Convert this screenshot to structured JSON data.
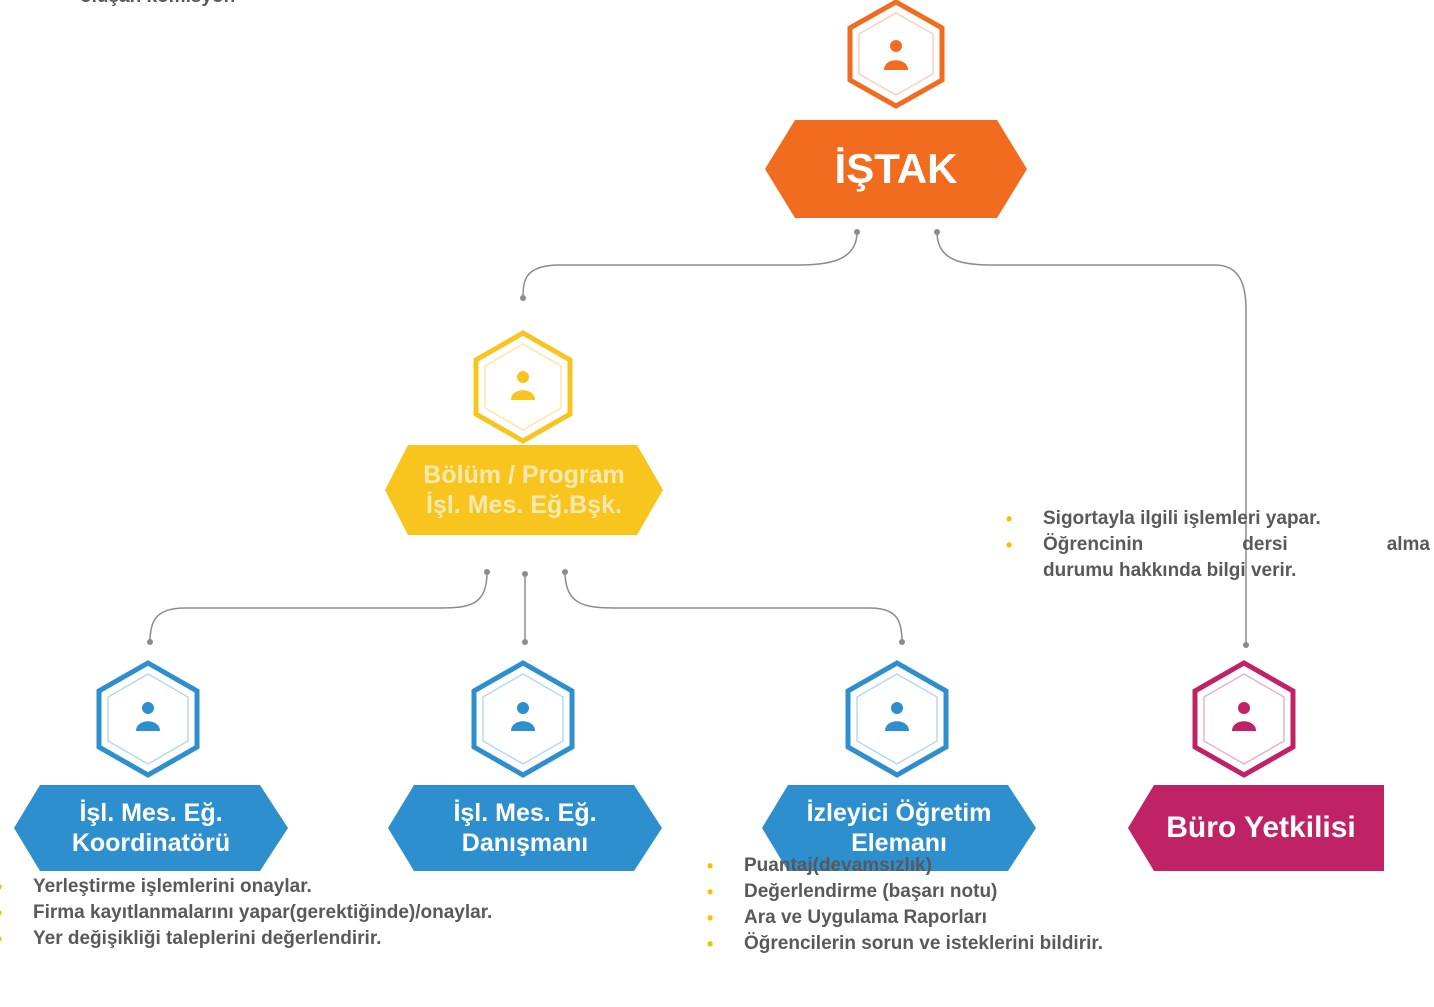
{
  "colors": {
    "orange": "#f26c1f",
    "yellow": "#f7c51e",
    "blue": "#2e8fce",
    "magenta": "#c02266",
    "text": "#595959",
    "bullet": "#f2c200",
    "connector": "#8c8c8c"
  },
  "header_fragment": "oluşan komisyon",
  "nodes": {
    "istak": {
      "line1": "İŞTAK",
      "icon": "person-icon"
    },
    "bolum": {
      "line1": "Bölüm / Program",
      "line2": "İşl. Mes. Eğ.Bşk.",
      "icon": "person-icon"
    },
    "koordinator": {
      "line1": "İşl. Mes. Eğ.",
      "line2": "Koordinatörü",
      "icon": "person-icon"
    },
    "danisman": {
      "line1": "İşl. Mes. Eğ.",
      "line2": "Danışmanı",
      "icon": "person-icon"
    },
    "izleyici": {
      "line1": "İzleyici Öğretim",
      "line2": "Elemanı",
      "icon": "person-icon"
    },
    "buro": {
      "line1": "Büro Yetkilisi",
      "icon": "person-icon"
    }
  },
  "buro_duties": {
    "item1": "Sigortayla ilgili işlemleri yapar.",
    "item2_words": [
      "Öğrencinin",
      "dersi",
      "alma"
    ],
    "item2_cont": "durumu hakkında bilgi verir."
  },
  "koordinator_duties": [
    "Yerleştirme işlemlerini onaylar.",
    "Firma kayıtlanmalarını yapar(gerektiğinde)/onaylar.",
    "Yer değişikliği taleplerini  değerlendirir."
  ],
  "izleyici_duties": [
    "Puantaj(devamsızlık)",
    "Değerlendirme (başarı notu)",
    "Ara ve Uygulama Raporları",
    "Öğrencilerin sorun ve isteklerini bildirir."
  ]
}
